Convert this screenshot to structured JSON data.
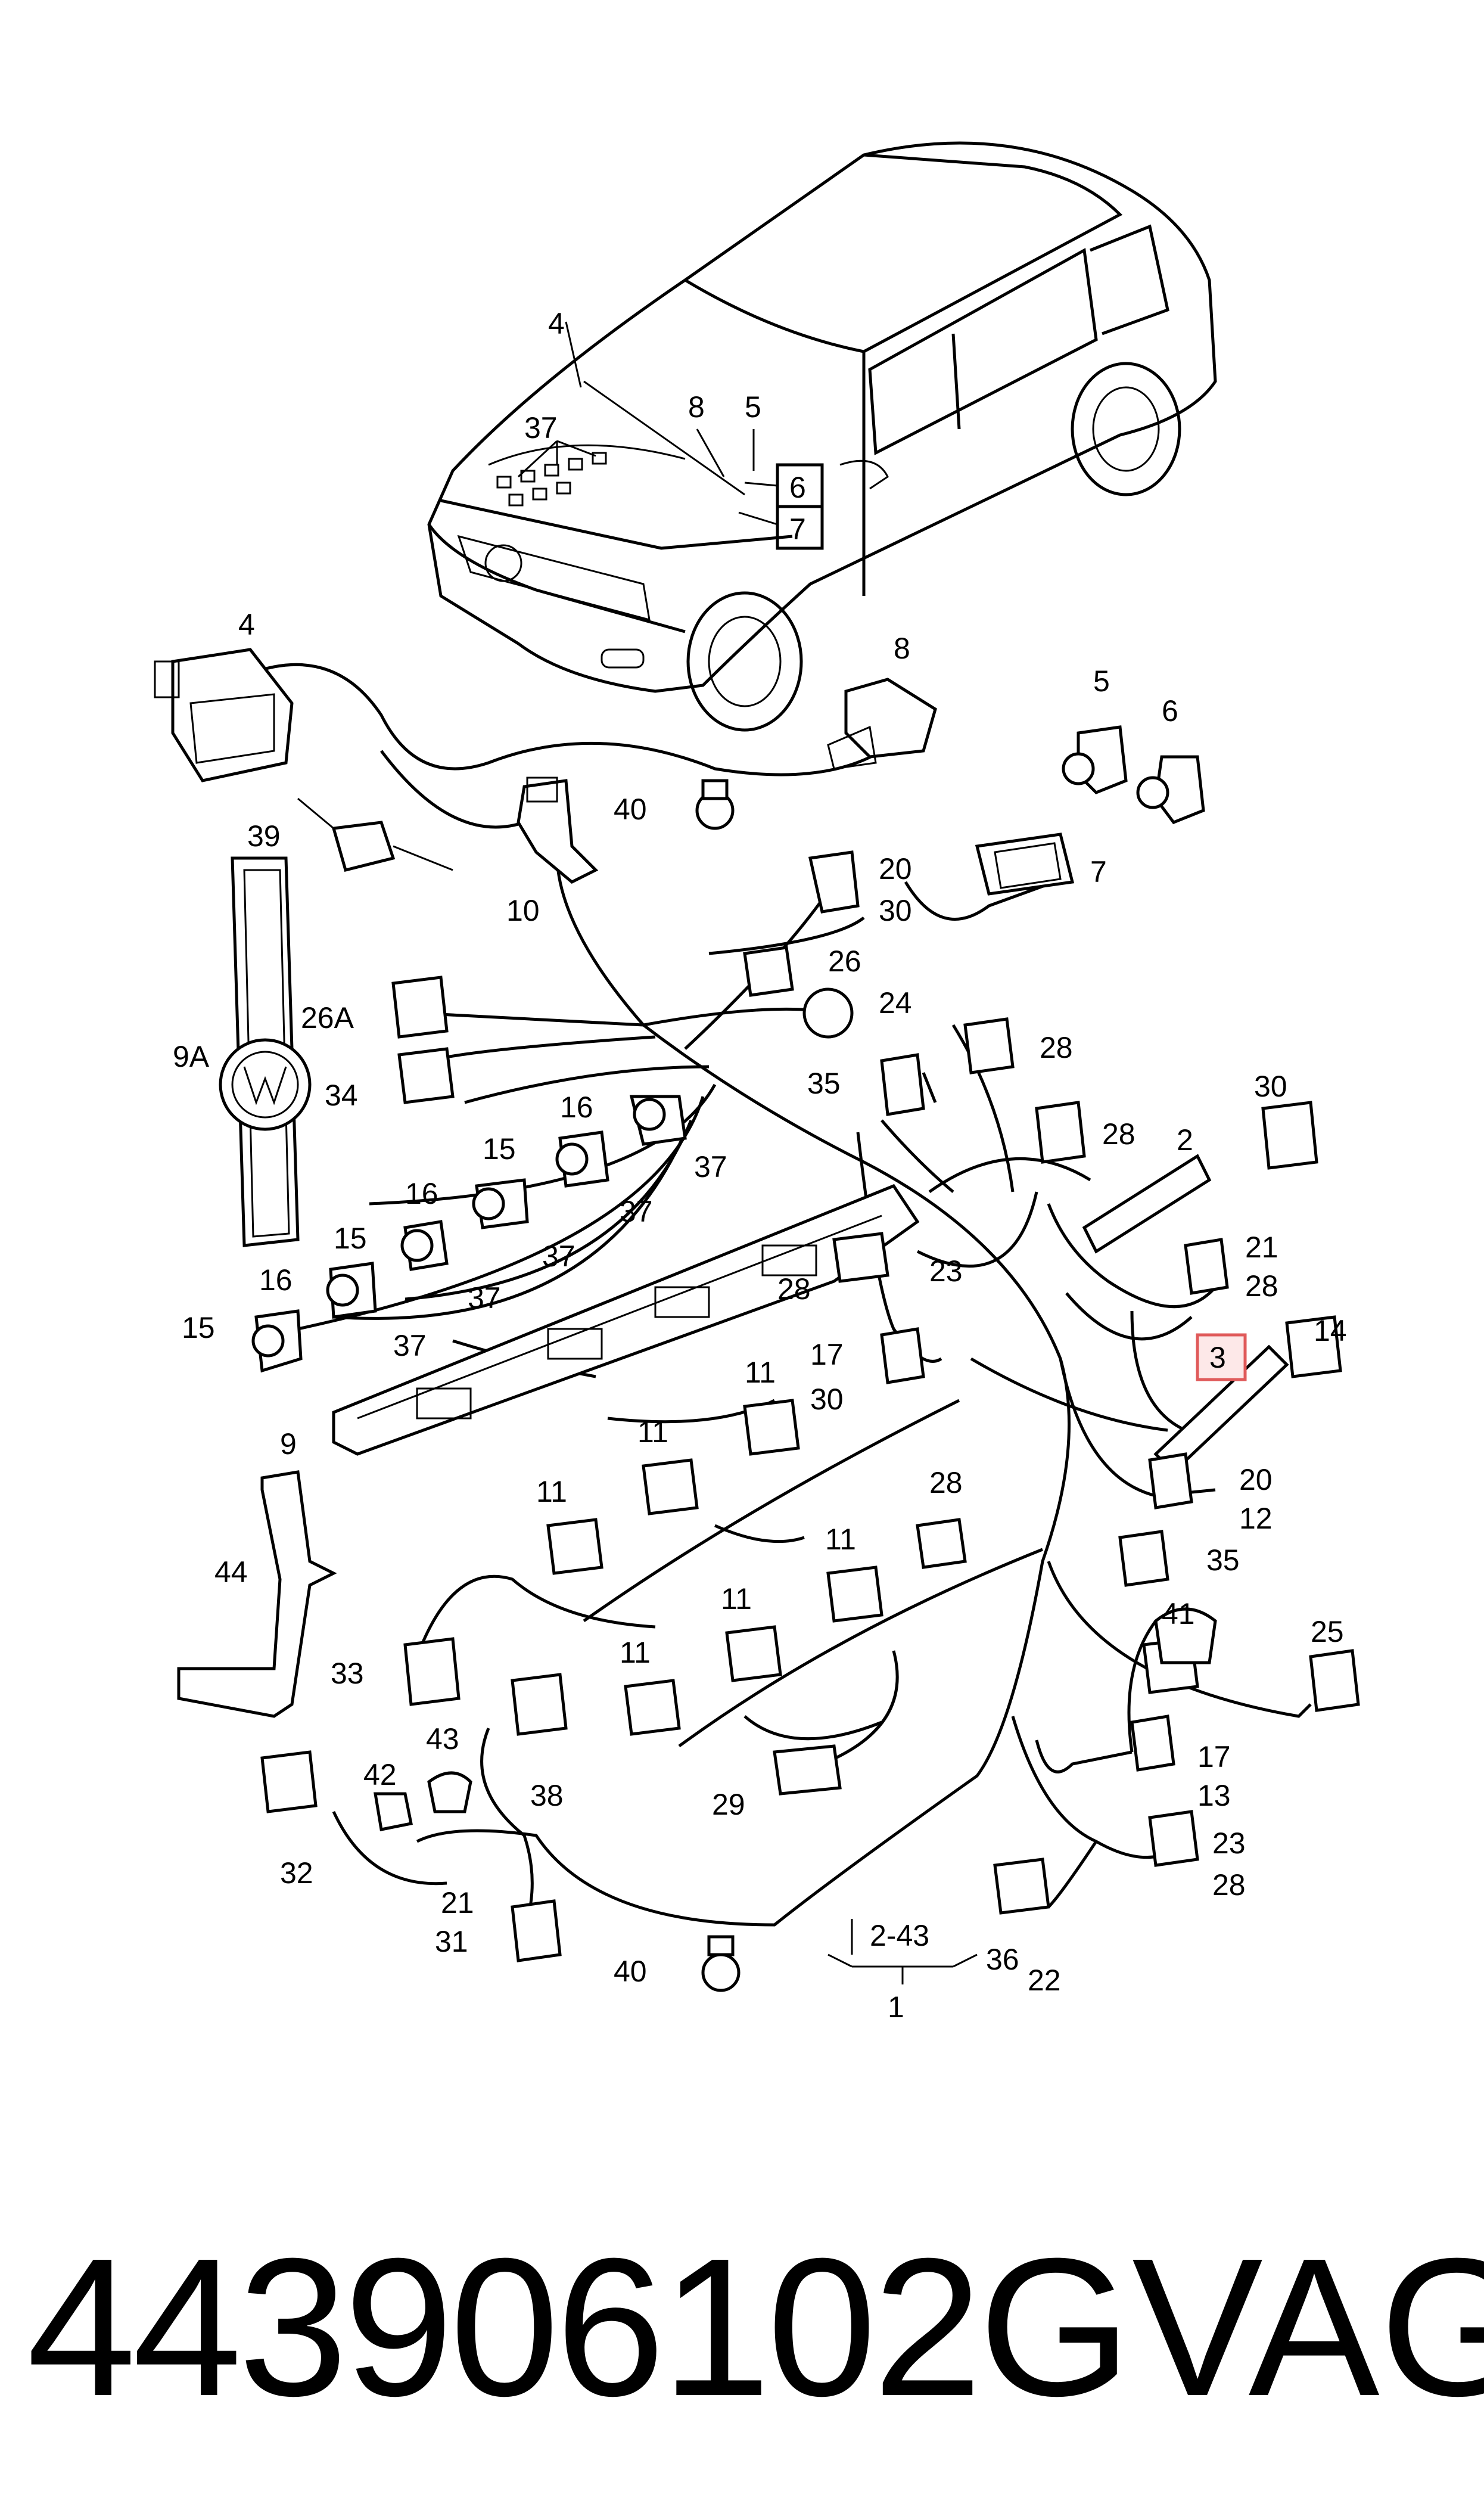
{
  "labels": {
    "c_4a": "4",
    "c_8a": "8",
    "c_5a": "5",
    "c_37a": "37",
    "c_6a": "6",
    "c_7a": "7",
    "c_4b": "4",
    "c_8b": "8",
    "c_5b": "5",
    "c_6b": "6",
    "c_7b": "7",
    "c_40a": "40",
    "c_39": "39",
    "c_10": "10",
    "c_20a": "20",
    "c_30a": "30",
    "c_26": "26",
    "c_24": "24",
    "c_26A": "26A",
    "c_9A": "9A",
    "c_34": "34",
    "c_28a": "28",
    "c_35a": "35",
    "c_28b": "28",
    "c_30b": "30",
    "c_2": "2",
    "c_16a": "16",
    "c_15a": "15",
    "c_37b": "37",
    "c_16b": "16",
    "c_37c": "37",
    "c_15b": "15",
    "c_37d": "37",
    "c_16c": "16",
    "c_37e": "37",
    "c_15c": "15",
    "c_37f": "37",
    "c_28c": "28",
    "c_23a": "23",
    "c_21a": "21",
    "c_28d": "28",
    "c_14": "14",
    "c_3": "3",
    "c_17a": "17",
    "c_30c": "30",
    "c_9": "9",
    "c_11a": "11",
    "c_11b": "11",
    "c_11c": "11",
    "c_11d": "11",
    "c_11e": "11",
    "c_11f": "11",
    "c_28e": "28",
    "c_20b": "20",
    "c_12": "12",
    "c_35b": "35",
    "c_44": "44",
    "c_41": "41",
    "c_25": "25",
    "c_33": "33",
    "c_43": "43",
    "c_42": "42",
    "c_38": "38",
    "c_29": "29",
    "c_17b": "17",
    "c_13": "13",
    "c_23b": "23",
    "c_28f": "28",
    "c_32": "32",
    "c_21b": "21",
    "c_31": "31",
    "c_40b": "40",
    "c_2_43": "2-43",
    "c_1": "1",
    "c_36": "36",
    "c_22": "22"
  },
  "footer": {
    "part_number": "443906102G",
    "brand": "VAG"
  },
  "colors": {
    "ink": "#000000",
    "highlight_stroke": "#e05a5a",
    "highlight_fill": "#fde8e8"
  }
}
